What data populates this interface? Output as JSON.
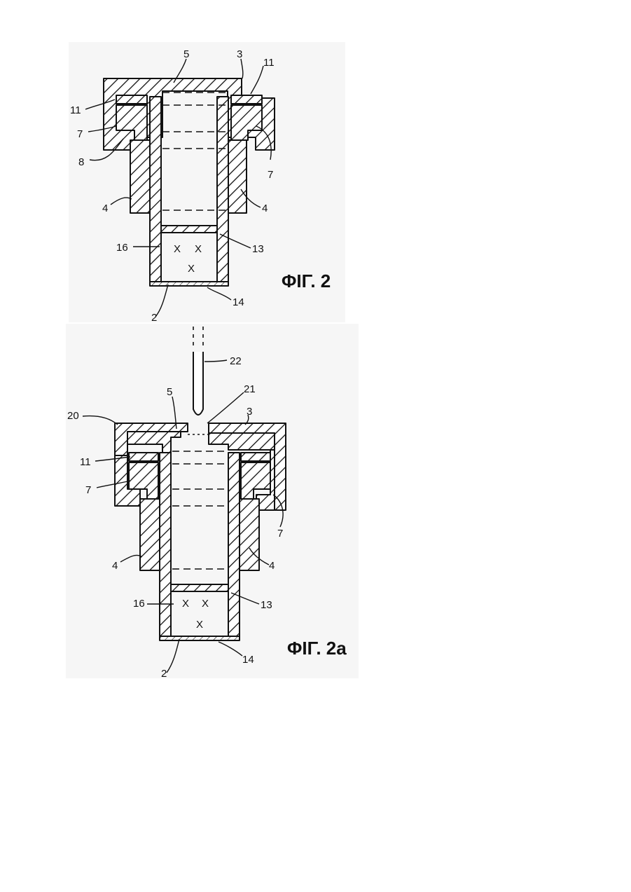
{
  "figures": [
    {
      "caption": "ΦΙΓ. 2",
      "labels": {
        "n5": "5",
        "n3": "3",
        "n11a": "11",
        "n11b": "11",
        "n7a": "7",
        "n7b": "7",
        "n8": "8",
        "n4a": "4",
        "n4b": "4",
        "n16": "16",
        "n13": "13",
        "n2": "2",
        "n14": "14"
      },
      "contents_marks": [
        "X",
        "X",
        "X"
      ]
    },
    {
      "caption": "ΦΙΓ. 2a",
      "labels": {
        "n22": "22",
        "n21": "21",
        "n20": "20",
        "n5": "5",
        "n3": "3",
        "n11": "11",
        "n7a": "7",
        "n7b": "7",
        "n4a": "4",
        "n4b": "4",
        "n16": "16",
        "n13": "13",
        "n2": "2",
        "n14": "14"
      },
      "contents_marks": [
        "X",
        "X",
        "X"
      ]
    }
  ]
}
